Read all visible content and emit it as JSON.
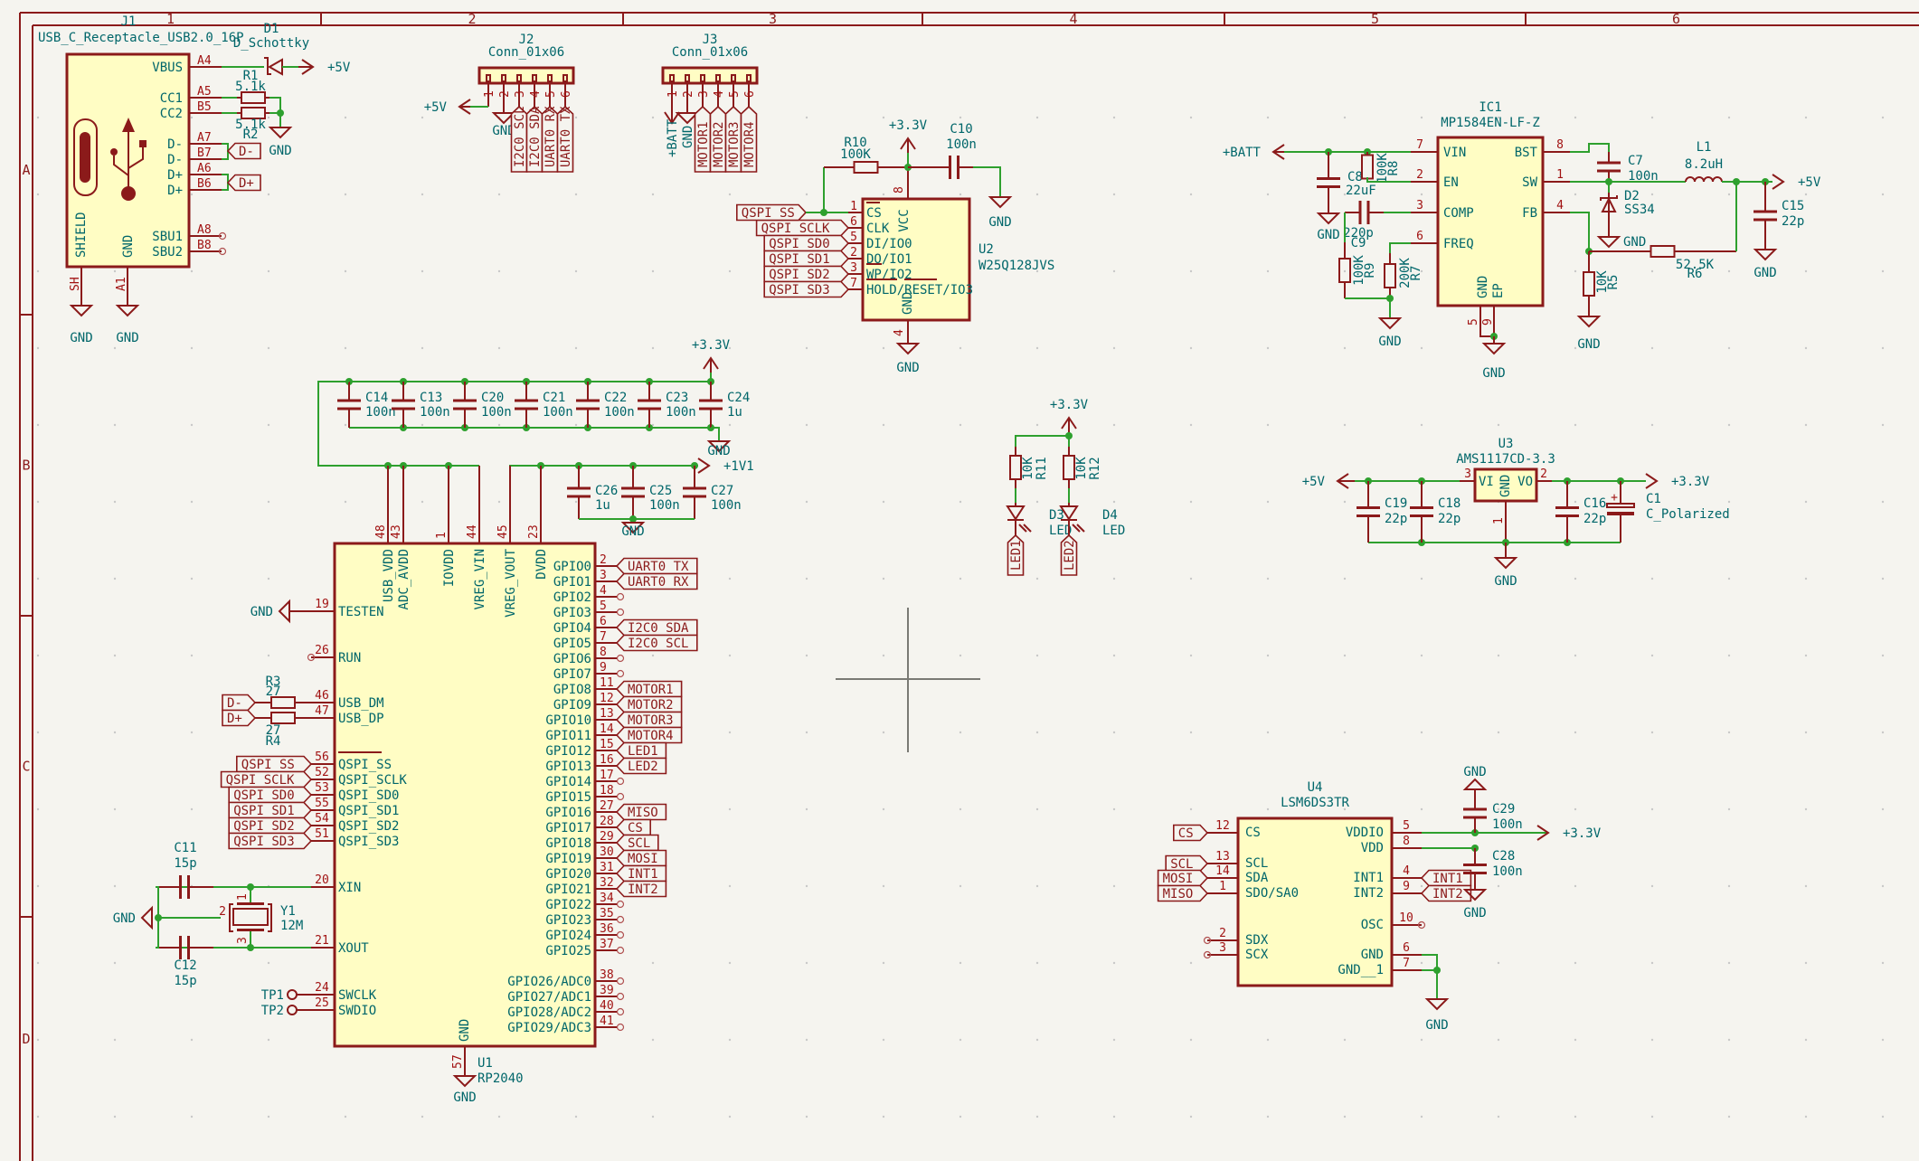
{
  "sheet": {
    "columns": [
      "1",
      "2",
      "3",
      "4",
      "5",
      "6"
    ],
    "rows": [
      "A",
      "B",
      "C",
      "D"
    ]
  },
  "j1": {
    "ref": "J1",
    "value": "USB_C_Receptacle_USB2.0_16P",
    "pins_right": [
      {
        "name": "VBUS",
        "num": "A4"
      },
      {
        "name": "CC1",
        "num": "A5"
      },
      {
        "name": "CC2",
        "num": "B5"
      },
      {
        "name": "D-",
        "num": "A7"
      },
      {
        "name": "D-",
        "num": "B7"
      },
      {
        "name": "D+",
        "num": "A6"
      },
      {
        "name": "D+",
        "num": "B6"
      },
      {
        "name": "SBU1",
        "num": "A8"
      },
      {
        "name": "SBU2",
        "num": "B8"
      }
    ],
    "pins_bottom": [
      {
        "name": "SHIELD",
        "num": "SH"
      },
      {
        "name": "GND",
        "num": "A1"
      }
    ],
    "labels": {
      "dminus": "D-",
      "dplus": "D+"
    }
  },
  "d1": {
    "ref": "D1",
    "value": "D_Schottky"
  },
  "r1": {
    "ref": "R1",
    "value": "5.1k"
  },
  "r2": {
    "ref": "R2",
    "value": "5.1k"
  },
  "j2": {
    "ref": "J2",
    "value": "Conn_01x06",
    "pins": [
      "1",
      "2",
      "3",
      "4",
      "5",
      "6"
    ],
    "nets": [
      "I2C0_SCL",
      "I2C0_SDA",
      "UART0_RX",
      "UART0_TX"
    ]
  },
  "j3": {
    "ref": "J3",
    "value": "Conn_01x06",
    "pins": [
      "1",
      "2",
      "3",
      "4",
      "5",
      "6"
    ],
    "nets": [
      "MOTOR1",
      "MOTOR2",
      "MOTOR3",
      "MOTOR4"
    ]
  },
  "u2": {
    "ref": "U2",
    "value": "W25Q128JVS",
    "pins_left": [
      {
        "name": "CS",
        "num": "1",
        "net": "QSPI_SS"
      },
      {
        "name": "CLK",
        "num": "6",
        "net": "QSPI_SCLK"
      },
      {
        "name": "DI/IO0",
        "num": "5",
        "net": "QSPI_SD0"
      },
      {
        "name": "DO/IO1",
        "num": "2",
        "net": "QSPI_SD1"
      },
      {
        "name": "WP/IO2",
        "num": "3",
        "net": "QSPI_SD2"
      },
      {
        "name": "HOLD/RESET/IO3",
        "num": "7",
        "net": "QSPI_SD3"
      }
    ],
    "vcc": {
      "name": "VCC",
      "num": "8"
    },
    "gnd": {
      "name": "GND",
      "num": "4"
    }
  },
  "r10": {
    "ref": "R10",
    "value": "100K"
  },
  "c10": {
    "ref": "C10",
    "value": "100n"
  },
  "decoupling_33": [
    {
      "ref": "C14",
      "value": "100n"
    },
    {
      "ref": "C13",
      "value": "100n"
    },
    {
      "ref": "C20",
      "value": "100n"
    },
    {
      "ref": "C21",
      "value": "100n"
    },
    {
      "ref": "C22",
      "value": "100n"
    },
    {
      "ref": "C23",
      "value": "100n"
    },
    {
      "ref": "C24",
      "value": "1u"
    }
  ],
  "decoupling_11": [
    {
      "ref": "C26",
      "value": "1u"
    },
    {
      "ref": "C25",
      "value": "100n"
    },
    {
      "ref": "C27",
      "value": "100n"
    }
  ],
  "u1": {
    "ref": "U1",
    "value": "RP2040",
    "pins_top": [
      {
        "name": "USB_VDD",
        "num": "48"
      },
      {
        "name": "ADC_AVDD",
        "num": "43"
      },
      {
        "name": "IOVDD",
        "num": "1"
      },
      {
        "name": "VREG_VIN",
        "num": "44"
      },
      {
        "name": "VREG_VOUT",
        "num": "45"
      },
      {
        "name": "DVDD",
        "num": "23"
      }
    ],
    "pins_left": [
      {
        "name": "TESTEN",
        "num": "19"
      },
      {
        "name": "RUN",
        "num": "26"
      },
      {
        "name": "USB_DM",
        "num": "46"
      },
      {
        "name": "USB_DP",
        "num": "47"
      },
      {
        "name": "QSPI_SS",
        "num": "56",
        "net": "QSPI_SS"
      },
      {
        "name": "QSPI_SCLK",
        "num": "52",
        "net": "QSPI_SCLK"
      },
      {
        "name": "QSPI_SD0",
        "num": "53",
        "net": "QSPI_SD0"
      },
      {
        "name": "QSPI_SD1",
        "num": "55",
        "net": "QSPI_SD1"
      },
      {
        "name": "QSPI_SD2",
        "num": "54",
        "net": "QSPI_SD2"
      },
      {
        "name": "QSPI_SD3",
        "num": "51",
        "net": "QSPI_SD3"
      },
      {
        "name": "XIN",
        "num": "20"
      },
      {
        "name": "XOUT",
        "num": "21"
      },
      {
        "name": "SWCLK",
        "num": "24"
      },
      {
        "name": "SWDIO",
        "num": "25"
      }
    ],
    "pins_right": [
      {
        "name": "GPIO0",
        "num": "2",
        "net": "UART0_TX"
      },
      {
        "name": "GPIO1",
        "num": "3",
        "net": "UART0_RX"
      },
      {
        "name": "GPIO2",
        "num": "4",
        "net": ""
      },
      {
        "name": "GPIO3",
        "num": "5",
        "net": ""
      },
      {
        "name": "GPIO4",
        "num": "6",
        "net": "I2C0_SDA"
      },
      {
        "name": "GPIO5",
        "num": "7",
        "net": "I2C0_SCL"
      },
      {
        "name": "GPIO6",
        "num": "8",
        "net": ""
      },
      {
        "name": "GPIO7",
        "num": "9",
        "net": ""
      },
      {
        "name": "GPIO8",
        "num": "11",
        "net": "MOTOR1"
      },
      {
        "name": "GPIO9",
        "num": "12",
        "net": "MOTOR2"
      },
      {
        "name": "GPIO10",
        "num": "13",
        "net": "MOTOR3"
      },
      {
        "name": "GPIO11",
        "num": "14",
        "net": "MOTOR4"
      },
      {
        "name": "GPIO12",
        "num": "15",
        "net": "LED1"
      },
      {
        "name": "GPIO13",
        "num": "16",
        "net": "LED2"
      },
      {
        "name": "GPIO14",
        "num": "17",
        "net": ""
      },
      {
        "name": "GPIO15",
        "num": "18",
        "net": ""
      },
      {
        "name": "GPIO16",
        "num": "27",
        "net": "MISO"
      },
      {
        "name": "GPIO17",
        "num": "28",
        "net": "CS"
      },
      {
        "name": "GPIO18",
        "num": "29",
        "net": "SCL"
      },
      {
        "name": "GPIO19",
        "num": "30",
        "net": "MOSI"
      },
      {
        "name": "GPIO20",
        "num": "31",
        "net": "INT1"
      },
      {
        "name": "GPIO21",
        "num": "32",
        "net": "INT2"
      },
      {
        "name": "GPIO22",
        "num": "34",
        "net": ""
      },
      {
        "name": "GPIO23",
        "num": "35",
        "net": ""
      },
      {
        "name": "GPIO24",
        "num": "36",
        "net": ""
      },
      {
        "name": "GPIO25",
        "num": "37",
        "net": ""
      },
      {
        "name": "GPIO26/ADC0",
        "num": "38",
        "net": ""
      },
      {
        "name": "GPIO27/ADC1",
        "num": "39",
        "net": ""
      },
      {
        "name": "GPIO28/ADC2",
        "num": "40",
        "net": ""
      },
      {
        "name": "GPIO29/ADC3",
        "num": "41",
        "net": ""
      }
    ],
    "gnd": {
      "name": "GND",
      "num": "57"
    }
  },
  "r3": {
    "ref": "R3",
    "value": "27"
  },
  "r4": {
    "ref": "R4",
    "value": "27"
  },
  "c11": {
    "ref": "C11",
    "value": "15p"
  },
  "c12": {
    "ref": "C12",
    "value": "15p"
  },
  "y1": {
    "ref": "Y1",
    "value": "12M",
    "pins": [
      "1",
      "2",
      "3"
    ]
  },
  "tp1": {
    "ref": "TP1"
  },
  "tp2": {
    "ref": "TP2"
  },
  "d3": {
    "ref": "D3",
    "value": "LED",
    "net": "LED1"
  },
  "d4": {
    "ref": "D4",
    "value": "LED",
    "net": "LED2"
  },
  "r11": {
    "ref": "R11",
    "value": "10K"
  },
  "r12": {
    "ref": "R12",
    "value": "10K"
  },
  "ic1": {
    "ref": "IC1",
    "value": "MP1584EN-LF-Z",
    "pins_left": [
      {
        "name": "VIN",
        "num": "7"
      },
      {
        "name": "EN",
        "num": "2"
      },
      {
        "name": "COMP",
        "num": "3"
      },
      {
        "name": "FREQ",
        "num": "6"
      }
    ],
    "pins_right": [
      {
        "name": "BST",
        "num": "8"
      },
      {
        "name": "SW",
        "num": "1"
      },
      {
        "name": "FB",
        "num": "4"
      }
    ],
    "pins_bottom": [
      {
        "name": "GND",
        "num": "5"
      },
      {
        "name": "EP",
        "num": "9"
      }
    ]
  },
  "c8": {
    "ref": "C8",
    "value": "22uF"
  },
  "r8": {
    "ref": "R8",
    "value": "100K"
  },
  "c9": {
    "ref": "C9",
    "value": "220p"
  },
  "r9": {
    "ref": "R9",
    "value": "100K"
  },
  "r7": {
    "ref": "R7",
    "value": "200K"
  },
  "c7": {
    "ref": "C7",
    "value": "100n"
  },
  "l1": {
    "ref": "L1",
    "value": "8.2uH"
  },
  "d2": {
    "ref": "D2",
    "value": "SS34"
  },
  "r5": {
    "ref": "R5",
    "value": "10K"
  },
  "r6": {
    "ref": "R6",
    "value": "52.5K"
  },
  "c15": {
    "ref": "C15",
    "value": "22p"
  },
  "u3": {
    "ref": "U3",
    "value": "AMS1117CD-3.3",
    "pins": [
      {
        "name": "VI",
        "num": "3"
      },
      {
        "name": "VO",
        "num": "2"
      },
      {
        "name": "GND",
        "num": "1"
      }
    ]
  },
  "c19": {
    "ref": "C19",
    "value": "22p"
  },
  "c18": {
    "ref": "C18",
    "value": "22p"
  },
  "c16": {
    "ref": "C16",
    "value": "22p"
  },
  "c1": {
    "ref": "C1",
    "value": "C_Polarized"
  },
  "u4": {
    "ref": "U4",
    "value": "LSM6DS3TR",
    "pins_left": [
      {
        "name": "CS",
        "num": "12",
        "net": "CS"
      },
      {
        "name": "SCL",
        "num": "13",
        "net": "SCL"
      },
      {
        "name": "SDA",
        "num": "14",
        "net": "MOSI"
      },
      {
        "name": "SDO/SA0",
        "num": "1",
        "net": "MISO"
      },
      {
        "name": "SDX",
        "num": "2",
        "net": ""
      },
      {
        "name": "SCX",
        "num": "3",
        "net": ""
      }
    ],
    "pins_right": [
      {
        "name": "VDDIO",
        "num": "5",
        "net": ""
      },
      {
        "name": "VDD",
        "num": "8",
        "net": ""
      },
      {
        "name": "INT1",
        "num": "4",
        "net": "INT1"
      },
      {
        "name": "INT2",
        "num": "9",
        "net": "INT2"
      },
      {
        "name": "OSC",
        "num": "10",
        "net": ""
      },
      {
        "name": "GND",
        "num": "6",
        "net": ""
      },
      {
        "name": "GND__1",
        "num": "7",
        "net": ""
      }
    ]
  },
  "c29": {
    "ref": "C29",
    "value": "100n"
  },
  "c28": {
    "ref": "C28",
    "value": "100n"
  },
  "power": {
    "gnd": "GND",
    "v5": "+5V",
    "v33": "+3.3V",
    "v11": "+1V1",
    "batt": "+BATT"
  }
}
